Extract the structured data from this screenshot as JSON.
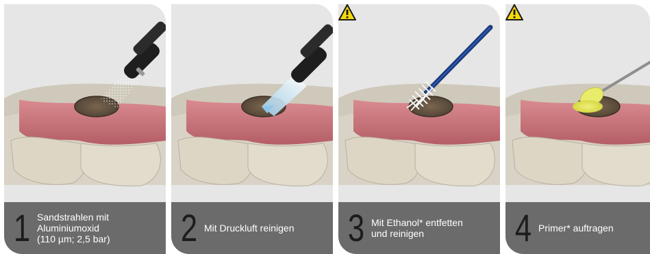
{
  "colors": {
    "panel_background": "#e6e6e6",
    "caption_background": "#6b6b6b",
    "step_number": "#1c1c1c",
    "caption_text": "#ffffff",
    "gum": "#c9737a",
    "tooth": "#ddd6c4",
    "warning_fill": "#f5d90a"
  },
  "steps": [
    {
      "number": "1",
      "lines": [
        "Sandstrahlen mit",
        "Aluminiumoxid",
        "(110 µm; 2,5 bar)"
      ],
      "tool_icon": "sandblaster-nozzle-icon",
      "warning": false
    },
    {
      "number": "2",
      "lines": [
        "Mit Druckluft reinigen"
      ],
      "tool_icon": "air-syringe-icon",
      "warning": false
    },
    {
      "number": "3",
      "lines": [
        "Mit Ethanol* entfetten",
        "und reinigen"
      ],
      "tool_icon": "brush-icon",
      "warning": true
    },
    {
      "number": "4",
      "lines": [
        "Primer* auftragen"
      ],
      "tool_icon": "applicator-icon",
      "warning": true
    }
  ]
}
